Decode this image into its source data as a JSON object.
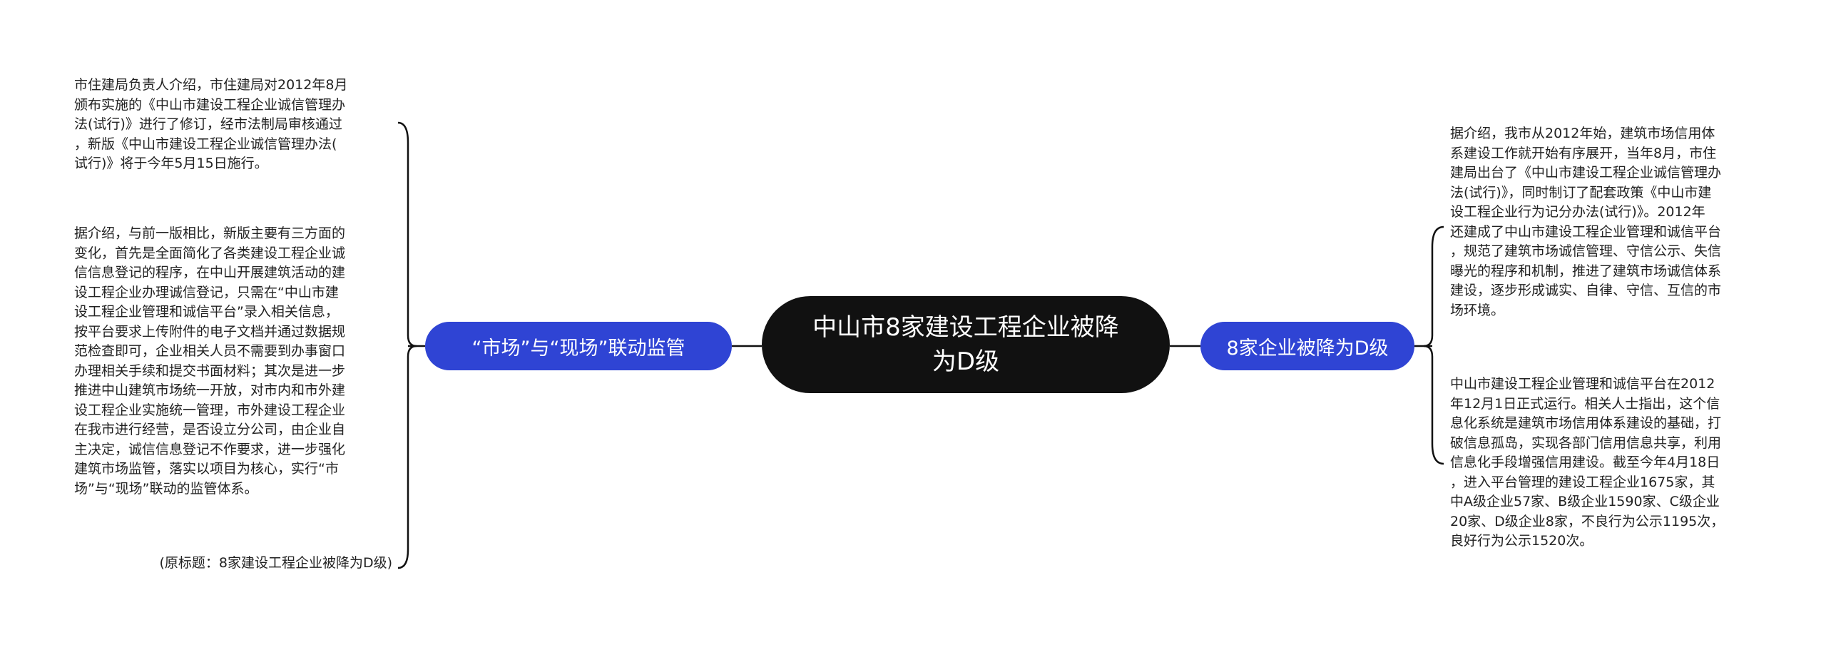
{
  "central": {
    "title": "中山市8家建设工程企业被降为D级"
  },
  "left_branch": {
    "label": "“市场”与“现场”联动监管",
    "notes": [
      "市住建局负责人介绍，市住建局对2012年8月\n颁布实施的《中山市建设工程企业诚信管理办\n法(试行)》进行了修订，经市法制局审核通过\n，新版《中山市建设工程企业诚信管理办法(\n试行)》将于今年5月15日施行。",
      "据介绍，与前一版相比，新版主要有三方面的\n变化，首先是全面简化了各类建设工程企业诚\n信信息登记的程序，在中山开展建筑活动的建\n设工程企业办理诚信登记，只需在“中山市建\n设工程企业管理和诚信平台”录入相关信息，\n按平台要求上传附件的电子文档并通过数据规\n范检查即可，企业相关人员不需要到办事窗口\n办理相关手续和提交书面材料；其次是进一步\n推进中山建筑市场统一开放，对市内和市外建\n设工程企业实施统一管理，市外建设工程企业\n在我市进行经营，是否设立分公司，由企业自\n主决定，诚信信息登记不作要求，进一步强化\n建筑市场监管，落实以项目为核心，实行“市\n场”与“现场”联动的监管体系。",
      "(原标题：8家建设工程企业被降为D级)"
    ]
  },
  "right_branch": {
    "label": "8家企业被降为D级",
    "notes": [
      "据介绍，我市从2012年始，建筑市场信用体\n系建设工作就开始有序展开，当年8月，市住\n建局出台了《中山市建设工程企业诚信管理办\n法(试行)》，同时制订了配套政策《中山市建\n设工程企业行为记分办法(试行)》。2012年\n还建成了中山市建设工程企业管理和诚信平台\n，规范了建筑市场诚信管理、守信公示、失信\n曝光的程序和机制，推进了建筑市场诚信体系\n建设，逐步形成诚实、自律、守信、互信的市\n场环境。",
      "中山市建设工程企业管理和诚信平台在2012\n年12月1日正式运行。相关人士指出，这个信\n息化系统是建筑市场信用体系建设的基础，打\n破信息孤岛，实现各部门信用信息共享，利用\n信息化手段增强信用建设。截至今年4月18日\n，进入平台管理的建设工程企业1675家，其\n中A级企业57家、B级企业1590家、C级企业\n20家、D级企业8家，不良行为公示1195次，\n良好行为公示1520次。"
    ]
  },
  "colors": {
    "central_bg": "#111111",
    "topic_bg": "#2f44d4",
    "line": "#111111",
    "text": "#222222"
  }
}
